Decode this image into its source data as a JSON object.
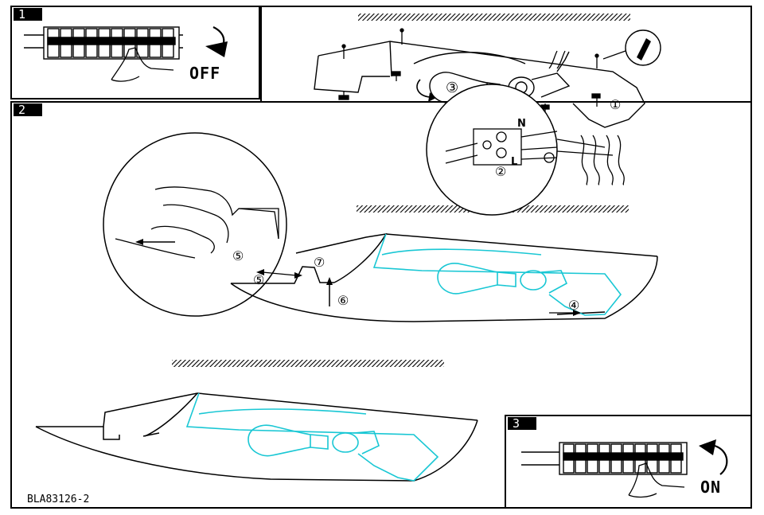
{
  "panels": {
    "step1": {
      "number": "1",
      "action": "OFF"
    },
    "step2": {
      "number": "2"
    },
    "step3": {
      "number": "3",
      "action": "ON"
    }
  },
  "callouts": [
    "①",
    "②",
    "③",
    "④",
    "⑤",
    "⑤",
    "⑥",
    "⑦"
  ],
  "wires": {
    "neutral": "N",
    "live": "L"
  },
  "footer": {
    "code": "BLA83126-2"
  }
}
